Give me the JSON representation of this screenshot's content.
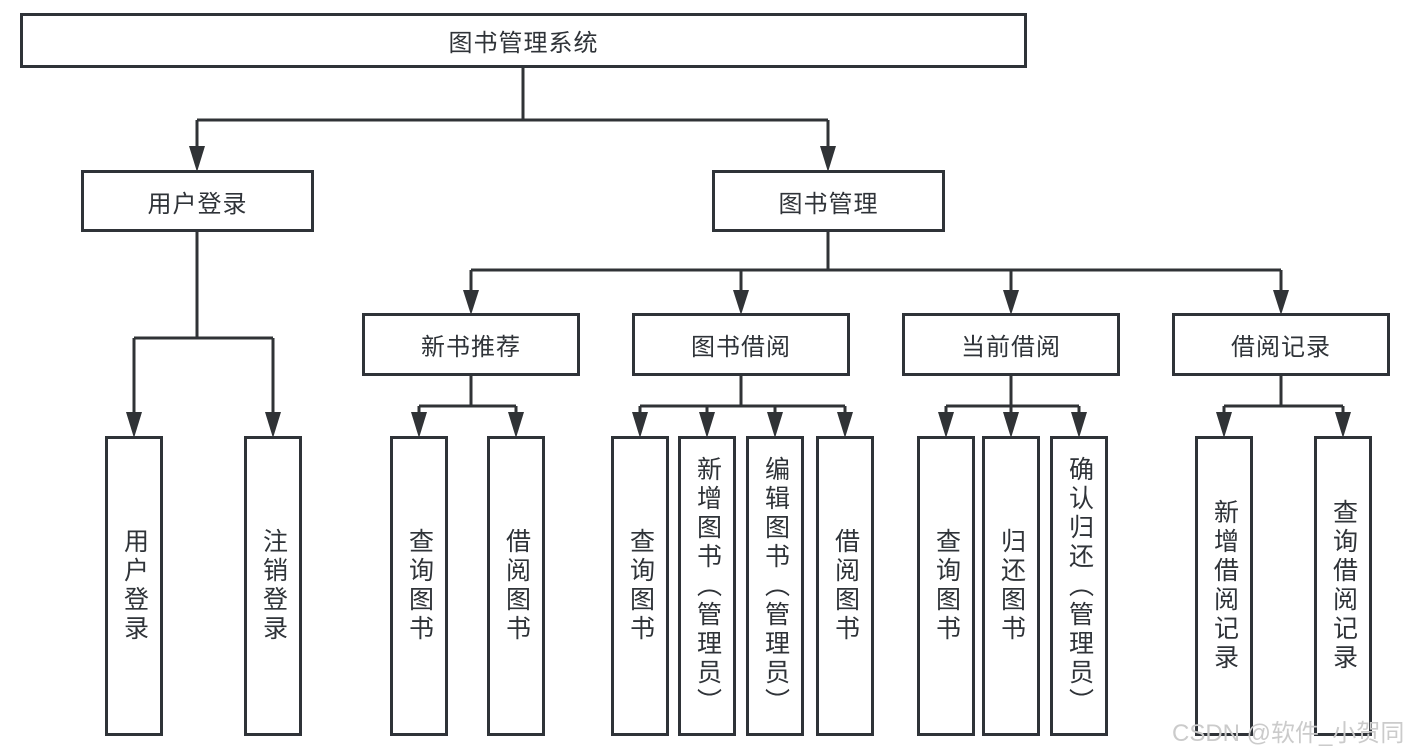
{
  "colors": {
    "line": "#303336",
    "box_border": "#2f3338",
    "text": "#2f3338",
    "background": "#ffffff",
    "watermark": "#cbcbcb"
  },
  "watermark": "CSDN @软件_小贺同学",
  "tree": {
    "label": "图书管理系统",
    "children": [
      {
        "label": "用户登录",
        "children": [
          {
            "label": "用户登录"
          },
          {
            "label": "注销登录"
          }
        ]
      },
      {
        "label": "图书管理",
        "children": [
          {
            "label": "新书推荐",
            "children": [
              {
                "label": "查询图书"
              },
              {
                "label": "借阅图书"
              }
            ]
          },
          {
            "label": "图书借阅",
            "children": [
              {
                "label": "查询图书"
              },
              {
                "label": "新增图书（管理员）"
              },
              {
                "label": "编辑图书（管理员）"
              },
              {
                "label": "借阅图书"
              }
            ]
          },
          {
            "label": "当前借阅",
            "children": [
              {
                "label": "查询图书"
              },
              {
                "label": "归还图书"
              },
              {
                "label": "确认归还（管理员）"
              }
            ]
          },
          {
            "label": "借阅记录",
            "children": [
              {
                "label": "新增借阅记录"
              },
              {
                "label": "查询借阅记录"
              }
            ]
          }
        ]
      }
    ]
  }
}
